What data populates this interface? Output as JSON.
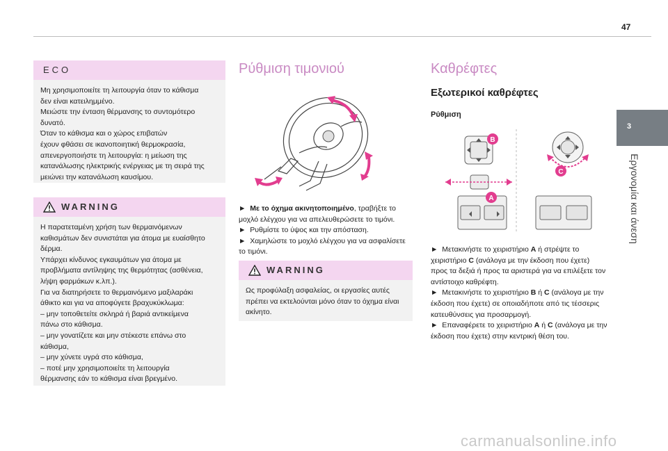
{
  "page_number": "47",
  "side_tab": {
    "number": "3",
    "title": "Εργονομία και άνεση"
  },
  "eco": {
    "header": "ECO",
    "lines": [
      "Μη χρησιμοποιείτε τη λειτουργία όταν το κάθισμα",
      "δεν είναι κατειλημμένο.",
      "Μειώστε την ένταση θέρμανσης το συντομότερο",
      "δυνατό.",
      "Όταν το κάθισμα και ο χώρος επιβατών",
      "έχουν φθάσει σε ικανοποιητική θερμοκρασία,",
      "απενεργοποιήστε τη λειτουργία: η μείωση της",
      "κατανάλωσης ηλεκτρικής ενέργειας με τη σειρά της",
      "μειώνει την κατανάλωση καυσίμου."
    ]
  },
  "warning1": {
    "header": "WARNING",
    "lines": [
      "Η παρατεταμένη χρήση των θερμαινόμενων",
      "καθισμάτων δεν συνιστάται για άτομα με ευαίσθητο",
      "δέρμα.",
      "Υπάρχει κίνδυνος εγκαυμάτων για άτομα με",
      "προβλήματα αντίληψης της θερμότητας (ασθένεια,",
      "λήψη φαρμάκων κ.λπ.).",
      "Για να διατηρήσετε το θερμαινόμενο μαξιλαράκι",
      "άθικτο και για να αποφύγετε βραχυκύκλωμα:",
      "–  μην τοποθετείτε σκληρά ή βαριά αντικείμενα",
      "πάνω στο κάθισμα.",
      "–  μην γονατίζετε και μην στέκεστε επάνω στο",
      "κάθισμα,",
      "–  μην χύνετε υγρά στο κάθισμα,",
      "–  ποτέ μην χρησιμοποιείτε τη λειτουργία",
      "θέρμανσης εάν το κάθισμα είναι βρεγμένο."
    ]
  },
  "steering": {
    "title": "Ρύθμιση τιμονιού",
    "step1_bold": "Με το όχημα ακινητοποιημένο",
    "step1_rest": ", τραβήξτε το",
    "step1_line2": "μοχλό ελέγχου για να απελευθερώσετε το τιμόνι.",
    "step2": "Ρυθμίστε το ύψος και την απόσταση.",
    "step3_line1": "Χαμηλώστε το μοχλό ελέγχου για να ασφαλίσετε",
    "step3_line2": "το τιμόνι.",
    "arrow": "►"
  },
  "warning2": {
    "header": "WARNING",
    "lines": [
      "Ως προφύλαξη ασφαλείας, οι εργασίες αυτές",
      "πρέπει να εκτελούνται μόνο όταν το όχημα είναι",
      "ακίνητο."
    ]
  },
  "mirrors": {
    "title": "Καθρέφτες",
    "subtitle": "Εξωτερικοί καθρέφτες",
    "section": "Ρύθμιση",
    "labels": {
      "a": "A",
      "b": "B",
      "c": "C"
    },
    "steps": [
      [
        "Μετακινήστε το χειριστήριο ",
        "A",
        " ή στρέψτε το"
      ],
      [
        "χειριστήριο ",
        "C",
        " (ανάλογα με την έκδοση που έχετε)"
      ],
      [
        "προς τα δεξιά ή προς τα αριστερά για να επιλέξετε τον",
        "",
        ""
      ],
      [
        "αντίστοιχο καθρέφτη.",
        "",
        ""
      ],
      [
        "Μετακινήστε το χειριστήριο ",
        "B",
        " ή "
      ],
      [
        "έκδοση που έχετε) σε οποιαδήποτε από τις τέσσερις",
        "",
        ""
      ],
      [
        "κατευθύνσεις για προσαρμογή.",
        "",
        ""
      ],
      [
        "Επαναφέρετε το χειριστήριο ",
        "A",
        " ή "
      ],
      [
        "έκδοση που έχετε) στην κεντρική θέση του.",
        "",
        ""
      ]
    ],
    "step2_tail": " (ανάλογα με την",
    "step3_tail": " (ανάλογα με την"
  },
  "watermark": "carmanualsonline.info",
  "colors": {
    "accent_pink": "#c98ac3",
    "box_pink": "#f4d6f0",
    "badge": "#e23d8f",
    "tab_grey": "#777e84"
  }
}
